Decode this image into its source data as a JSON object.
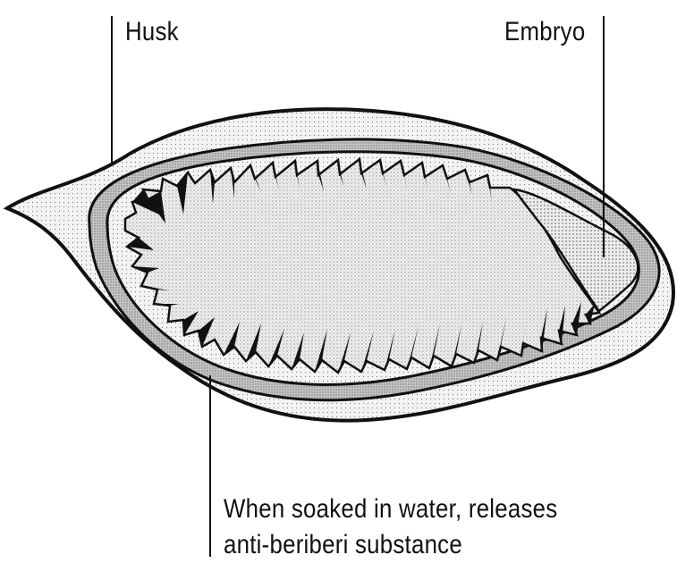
{
  "labels": {
    "husk": "Husk",
    "embryo": "Embryo",
    "inner_layer_note_line1": "When soaked in water, releases",
    "inner_layer_note_line2": "anti-beriberi substance"
  },
  "colors": {
    "ink": "#111111",
    "husk_fill": "#e2e2e2",
    "bran_layer_fill": "#b9b9b9",
    "endosperm_fill": "#f0f0f0",
    "embryo_fill": "#e8e8e8"
  }
}
